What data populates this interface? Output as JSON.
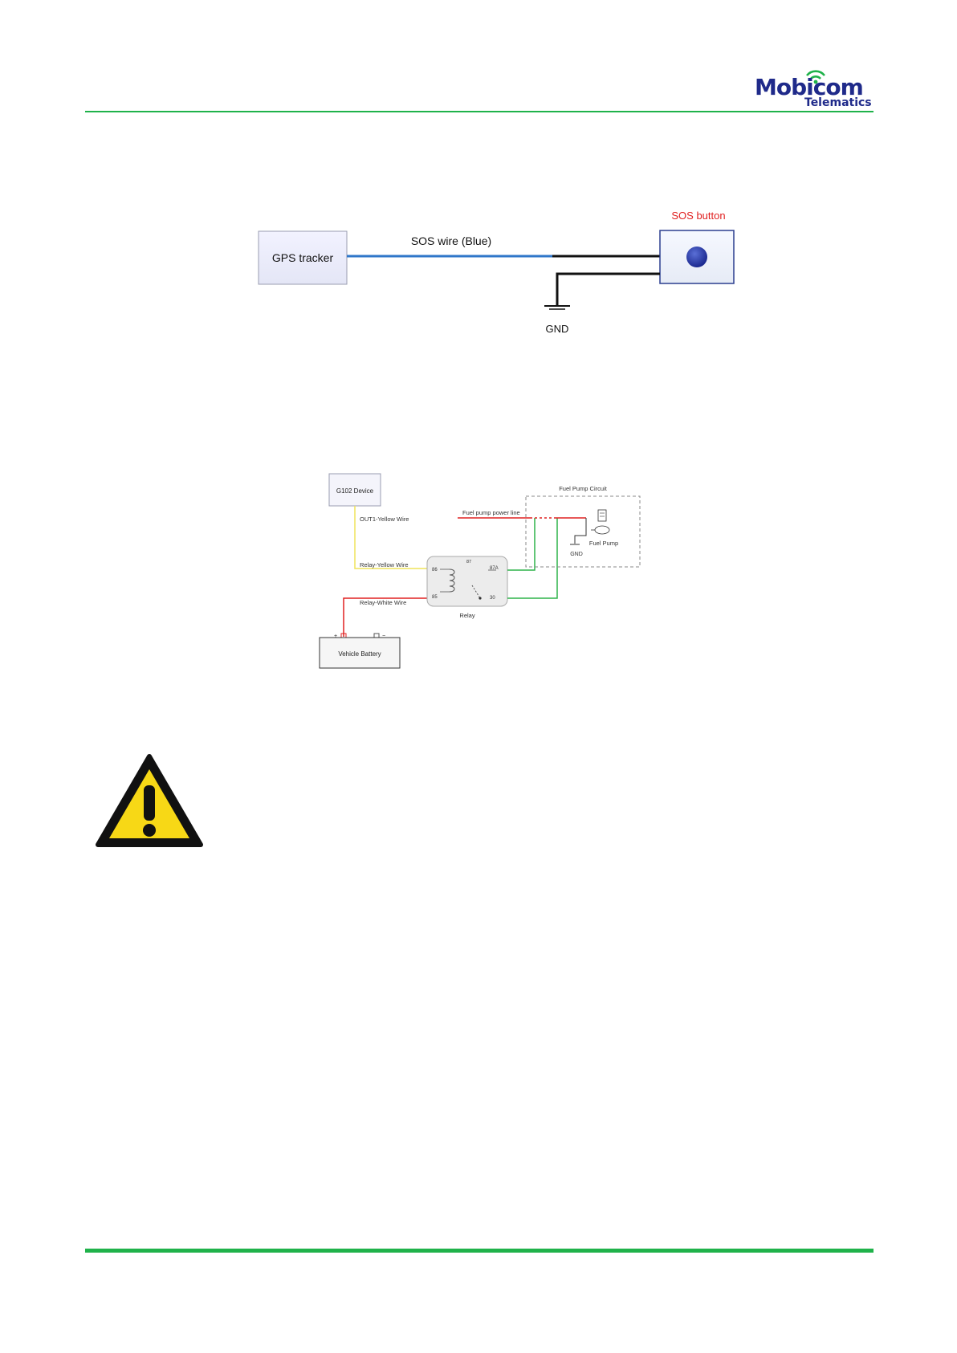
{
  "header": {
    "logo_main": "Mobicom",
    "logo_sub": "Telematics",
    "brand_color": "#1f2a8a",
    "rule_color": "#1fb24a"
  },
  "sos_diagram": {
    "tracker_label": "GPS tracker",
    "wire_label": "SOS wire (Blue)",
    "button_label": "SOS button",
    "gnd_label": "GND",
    "wire_color": "#2f76c9",
    "button_label_color": "#e02020"
  },
  "relay_diagram": {
    "device_label": "G102 Device",
    "out1_label": "OUT1-Yellow Wire",
    "relay_yellow_label": "Relay-Yellow Wire",
    "relay_white_label": "Relay-White Wire",
    "battery_label": "Vehicle Battery",
    "battery_plus": "+",
    "battery_minus": "−",
    "relay_label": "Relay",
    "pin_86": "86",
    "pin_85": "85",
    "pin_87": "87",
    "pin_87a": "87A",
    "pin_30": "30",
    "circuit_title": "Fuel Pump Circuit",
    "power_line_label": "Fuel  pump power line",
    "pump_label": "Fuel Pump",
    "gnd_label": "GND"
  },
  "warning": {
    "icon": "warning-triangle-icon"
  }
}
